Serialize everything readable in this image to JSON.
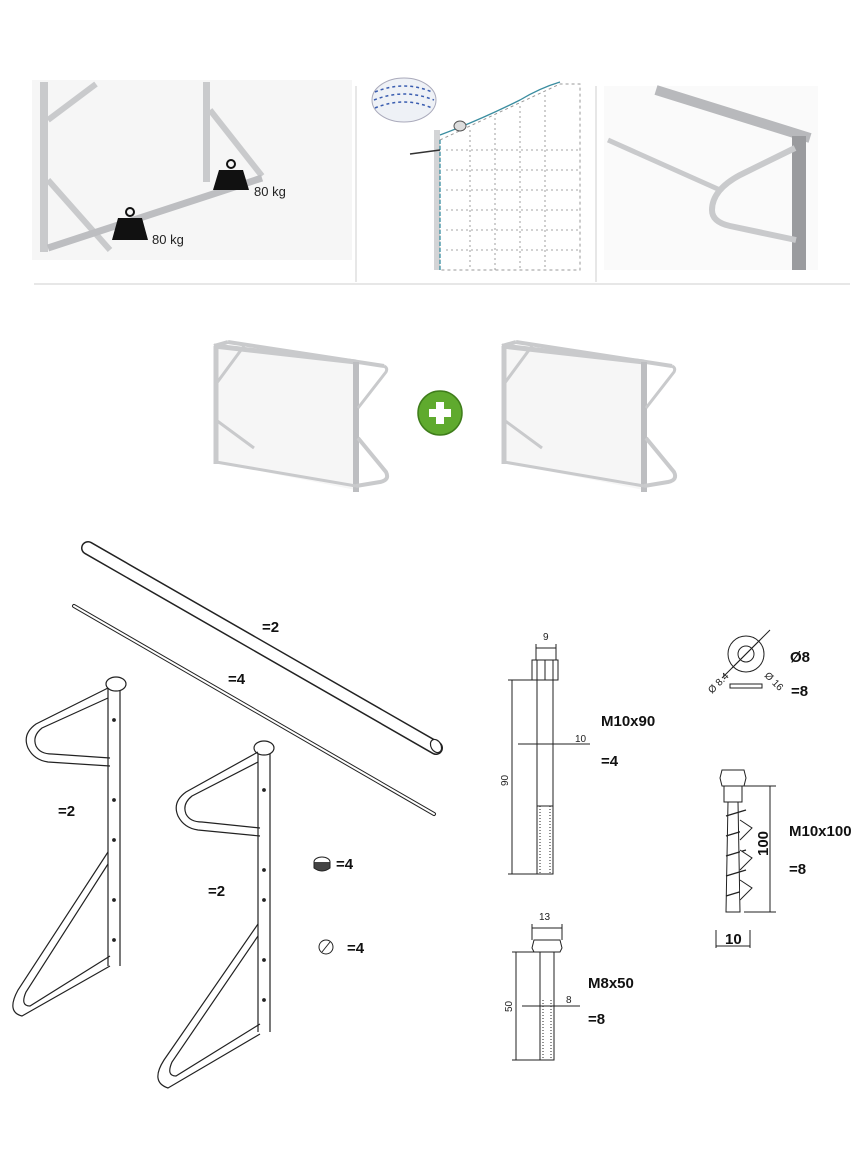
{
  "weights": {
    "left_label": "80 kg",
    "right_label": "80 kg"
  },
  "parts": {
    "crossbar_qty": "=2",
    "rod_qty": "=4",
    "left_frame_qty": "=2",
    "right_frame_qty": "=2",
    "cap_qty": "=4",
    "plug_qty": "=4"
  },
  "bolts": {
    "m10x90": {
      "name": "M10x90",
      "qty": "=4",
      "head_width": "9",
      "diameter": "10",
      "length": "90"
    },
    "m8x50": {
      "name": "M8x50",
      "qty": "=8",
      "head_width": "13",
      "diameter": "8",
      "length": "50"
    },
    "m10x100": {
      "name": "M10x100",
      "qty": "=8",
      "length": "100",
      "diameter": "10"
    },
    "washer": {
      "name": "Ø8",
      "qty": "=8",
      "inner": "Ø 8.4",
      "outer": "Ø 16"
    }
  },
  "colors": {
    "frame": "#c9cacc",
    "frame_dark": "#9a9b9e",
    "plus": "#5faa2e",
    "line": "#222222"
  }
}
